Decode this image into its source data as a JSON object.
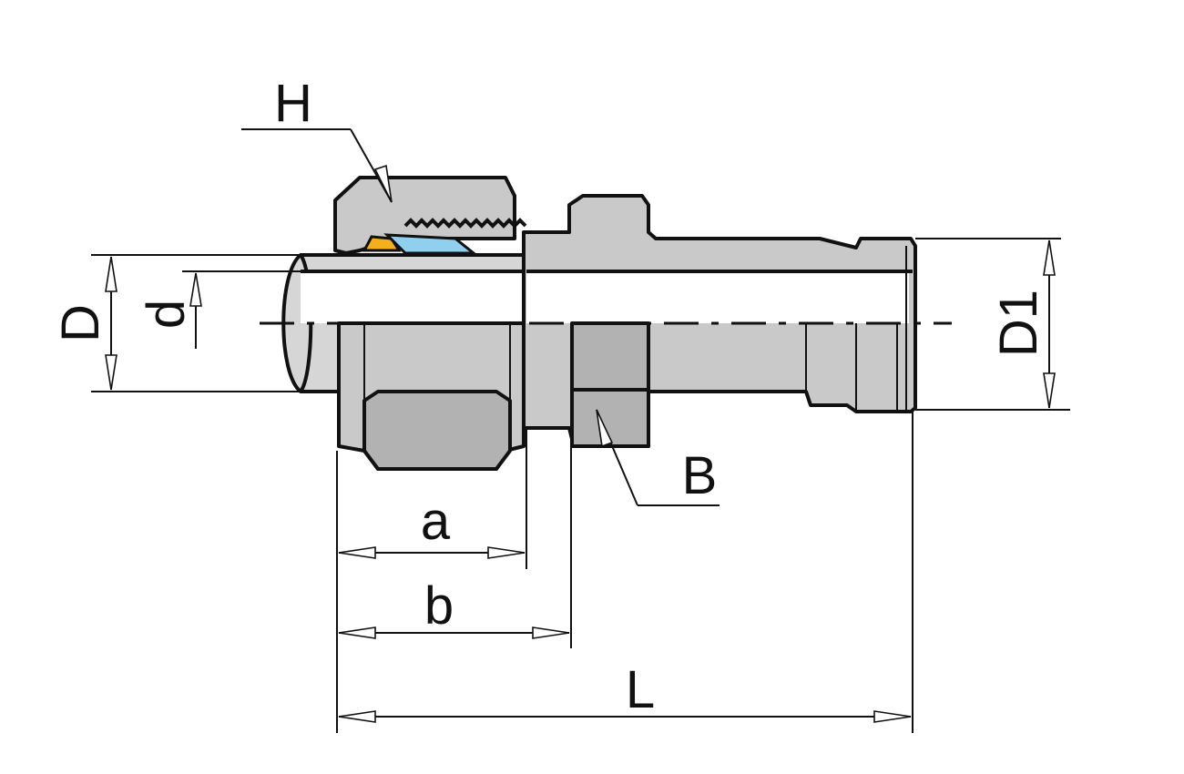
{
  "labels": {
    "H": "H",
    "D": "D",
    "d": "d",
    "D1": "D1",
    "B": "B",
    "a": "a",
    "b": "b",
    "L": "L"
  },
  "colors": {
    "body": "#c9c9c9",
    "body_shade": "#b2b2b2",
    "seal_yellow": "#f2b01e",
    "ring_blue": "#8fd0ee",
    "outline": "#111111"
  }
}
